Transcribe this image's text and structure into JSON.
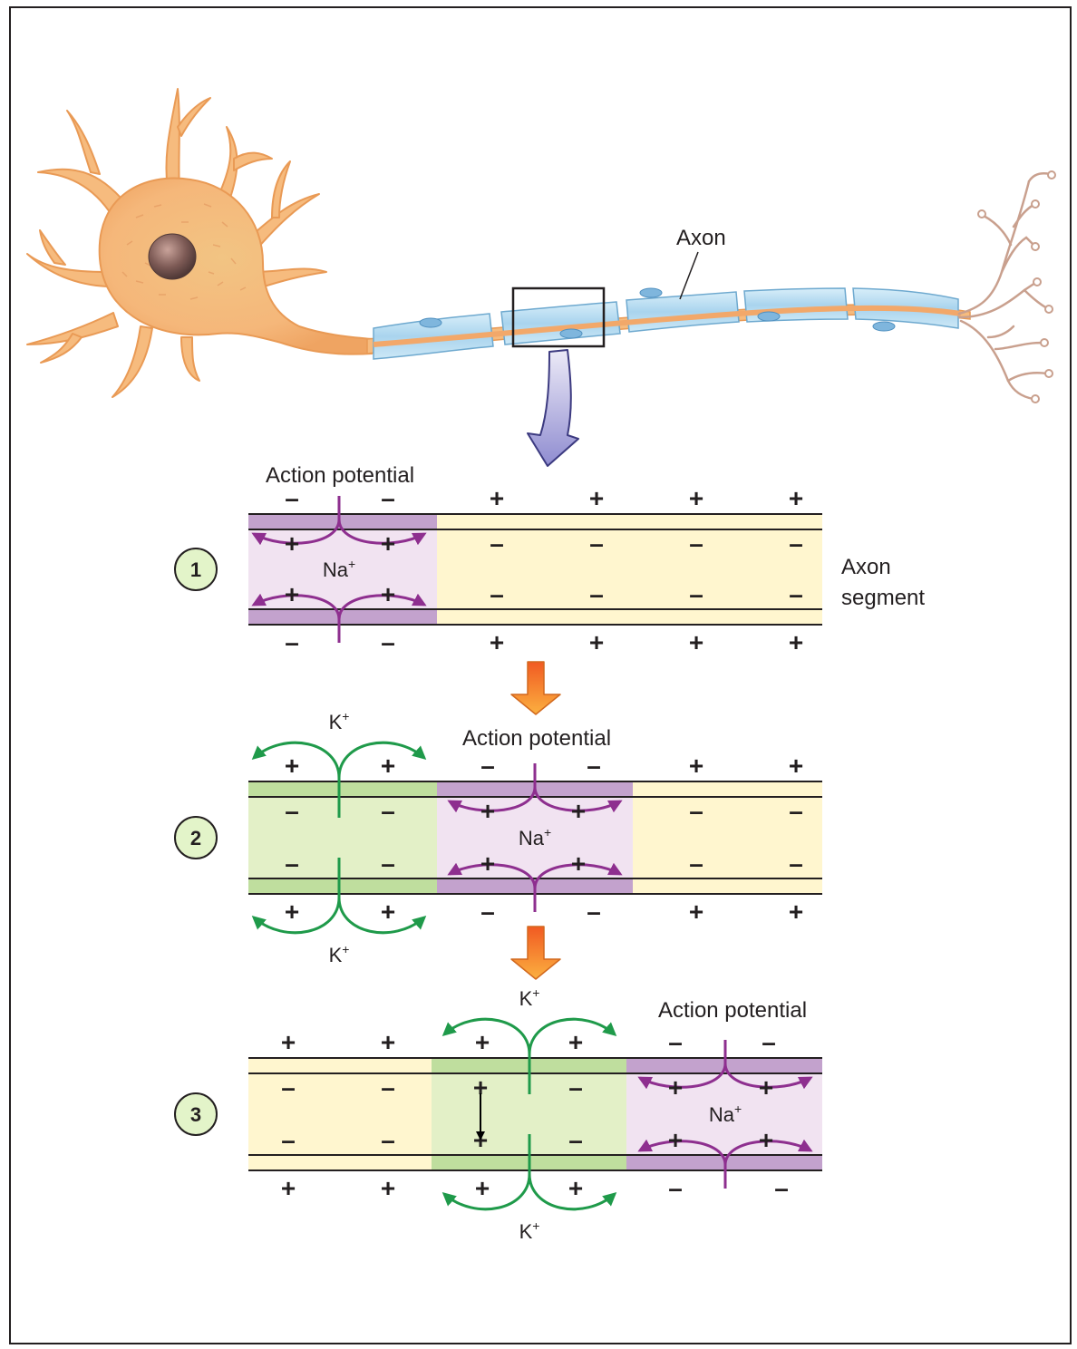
{
  "labels": {
    "axon": "Axon",
    "axon_segment_line1": "Axon",
    "axon_segment_line2": "segment",
    "action_potential": "Action potential",
    "sodium": "Na",
    "potassium": "K",
    "ion_charge": "+"
  },
  "steps": [
    "1",
    "2",
    "3"
  ],
  "symbols": {
    "plus": "+",
    "minus": "–"
  },
  "colors": {
    "cell_body": "#f6bb7e",
    "myelin": "#b3dbf0",
    "resting": "#fff6cf",
    "depolarized_fill": "#f1e3f1",
    "depolarized_band": "#c3a2cd",
    "repolarized_fill": "#e3f0c7",
    "repolarized_band": "#bfde9e",
    "sodium_arrow": "#8e2f8f",
    "potassium_arrow": "#1f9a4a",
    "step_badge": "#e3f4c9"
  }
}
